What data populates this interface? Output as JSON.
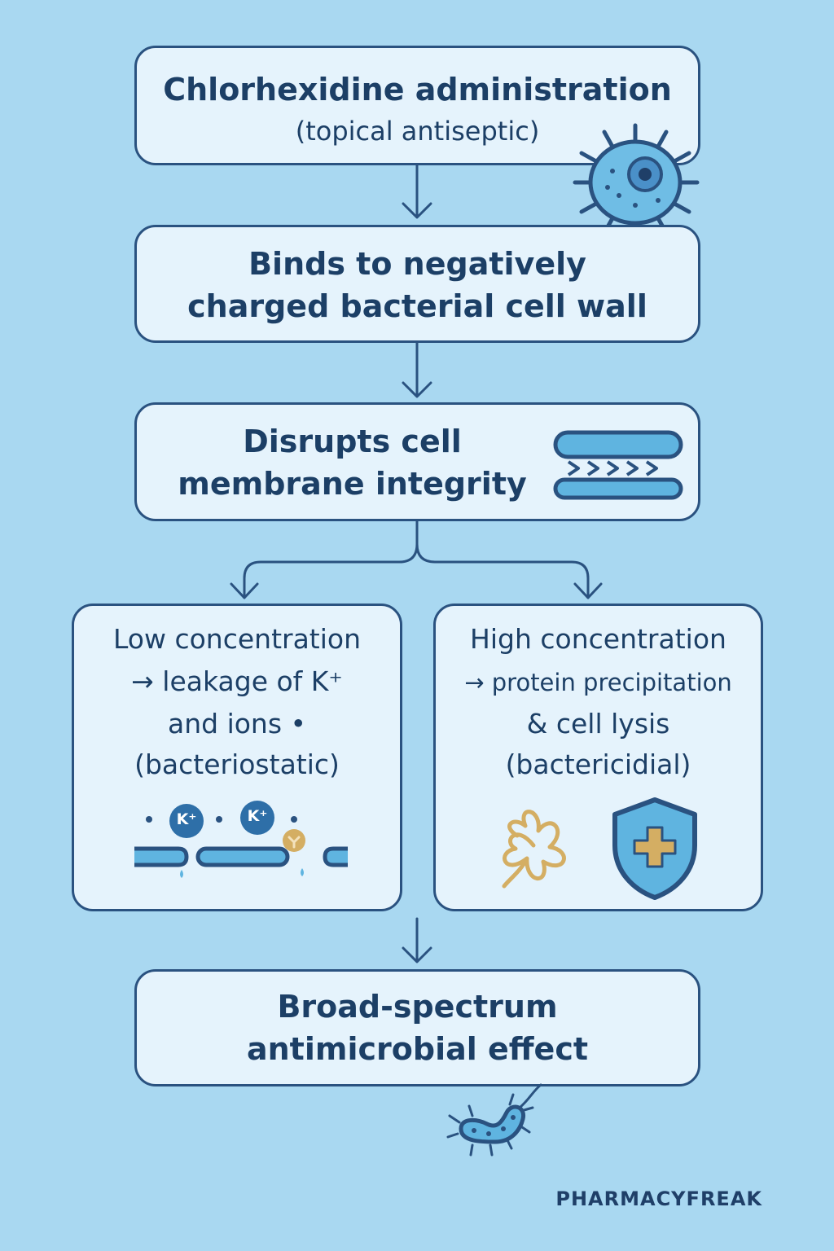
{
  "steps": [
    {
      "title": "Chlorhexidine administration",
      "subtitle": "(topical antiseptic)"
    },
    {
      "lines": [
        "Binds to negatively",
        "charged bacterial cell wall"
      ]
    },
    {
      "lines": [
        "Disrupts cell",
        "membrane integrity"
      ]
    }
  ],
  "branches": {
    "low": {
      "lines": [
        "Low concentration",
        "→ leakage of K⁺",
        "and ions •",
        "(bacteriostatic)"
      ],
      "ion_label": "K⁺"
    },
    "high": {
      "lines": [
        "High concentration",
        "→ protein precipitation",
        "& cell lysis",
        "(bactericidial)"
      ]
    }
  },
  "outcome": {
    "lines": [
      "Broad-spectrum",
      "antimicrobial effect"
    ]
  },
  "brand": "PHARMACYFREAK",
  "colors": {
    "background": "#a9d8f1",
    "box_fill": "#e5f3fc",
    "outline": "#2a5280",
    "text": "#1c3f66",
    "accent_blue": "#5fb4e0",
    "accent_gold": "#d4ae63"
  }
}
